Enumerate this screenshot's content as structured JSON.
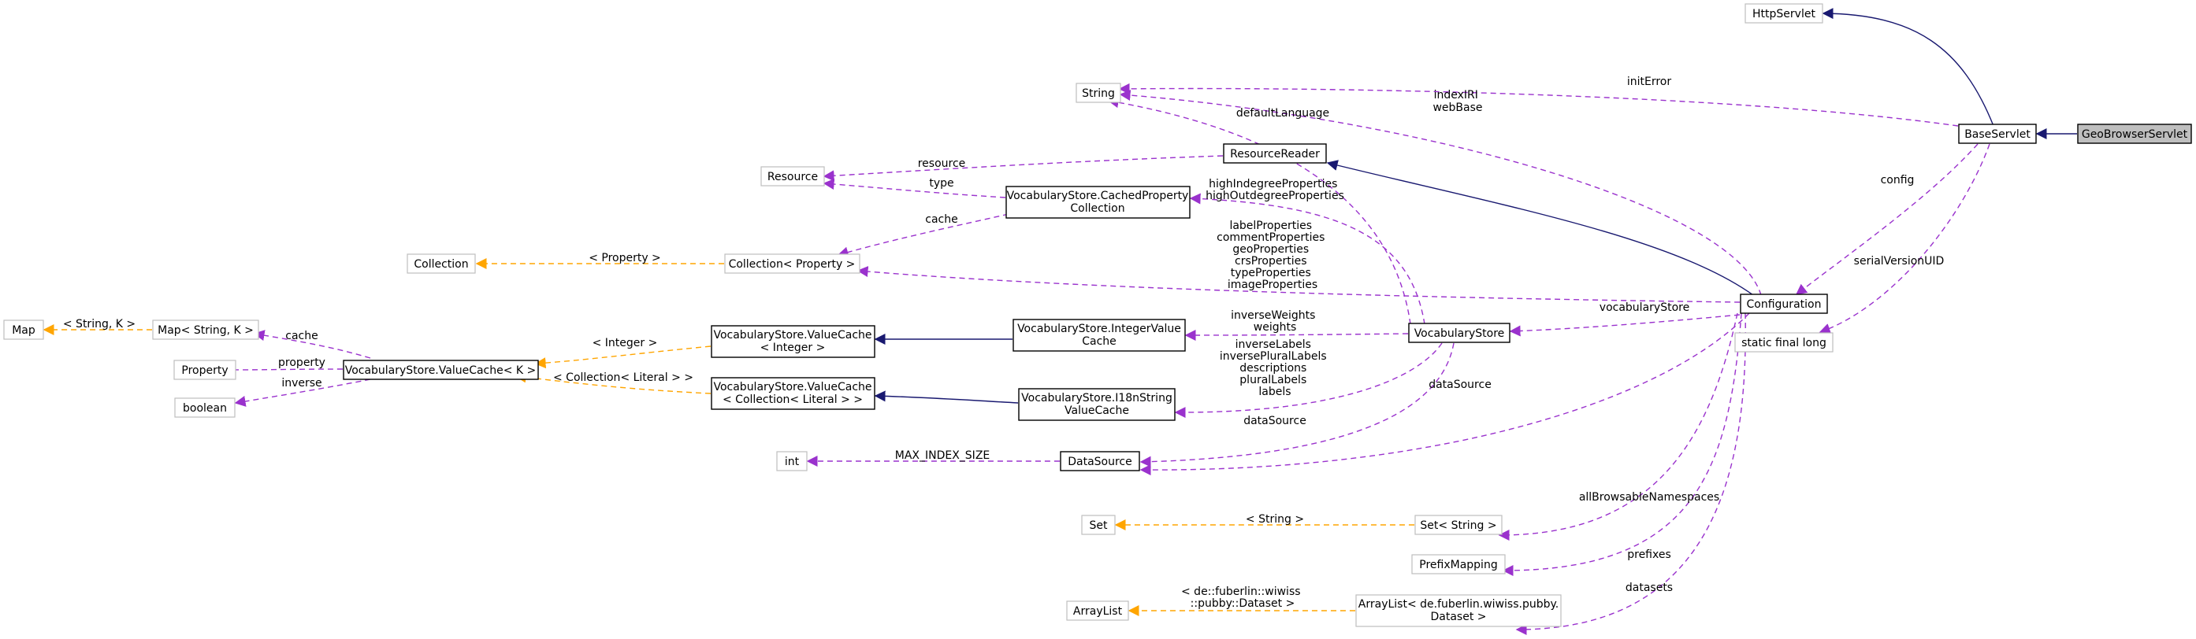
{
  "nodes": {
    "geobrowserservlet": "GeoBrowserServlet",
    "baseservlet": "BaseServlet",
    "httpservlet": "HttpServlet",
    "configuration": "Configuration",
    "static_final_long": "static final long",
    "string": "String",
    "resourcereader": "ResourceReader",
    "resource": "Resource",
    "cachedproperty": [
      "VocabularyStore.CachedProperty",
      "Collection"
    ],
    "collection": "Collection",
    "collection_property": "Collection< Property >",
    "map": "Map",
    "map_string_k": "Map< String, K >",
    "property": "Property",
    "boolean": "boolean",
    "valuecache_k": "VocabularyStore.ValueCache< K >",
    "valuecache_integer": [
      "VocabularyStore.ValueCache",
      "< Integer >"
    ],
    "valuecache_literal": [
      "VocabularyStore.ValueCache",
      "< Collection< Literal > >"
    ],
    "integervaluecache": [
      "VocabularyStore.IntegerValue",
      "Cache"
    ],
    "i18nstring": [
      "VocabularyStore.I18nString",
      "ValueCache"
    ],
    "vocabularystore": "VocabularyStore",
    "int": "int",
    "datasource": "DataSource",
    "set": "Set",
    "set_string": "Set< String >",
    "prefixmapping": "PrefixMapping",
    "arraylist": "ArrayList",
    "arraylist_dataset": [
      "ArrayList< de.fuberlin.wiwiss.pubby.",
      "Dataset >"
    ]
  },
  "edge_labels": {
    "initerror": "initError",
    "indexiri": [
      "indexIRI",
      "webBase"
    ],
    "defaultlanguage": "defaultLanguage",
    "config": "config",
    "serialversionuid": "serialVersionUID",
    "resource": "resource",
    "type": "type",
    "cache": "cache",
    "highdegree": [
      "highIndegreeProperties",
      "highOutdegreeProperties"
    ],
    "property_tmpl": "< Property >",
    "labelprops": [
      "labelProperties",
      "commentProperties",
      "geoProperties",
      "crsProperties",
      "typeProperties",
      "imageProperties"
    ],
    "string_k_tmpl": "< String, K >",
    "cache_map": "cache",
    "property_edge": "property",
    "inverse": "inverse",
    "integer_tmpl": "< Integer >",
    "literal_tmpl": "< Collection< Literal > >",
    "inverseweights": [
      "inverseWeights",
      "weights"
    ],
    "inverselabels": [
      "inverseLabels",
      "inversePluralLabels",
      "descriptions",
      "pluralLabels",
      "labels"
    ],
    "vocabularystore": "vocabularyStore",
    "datasource_vs": "dataSource",
    "datasource_cfg": "dataSource",
    "max_index_size": "MAX_INDEX_SIZE",
    "string_tmpl": "< String >",
    "allbrowsable": "allBrowsableNamespaces",
    "prefixes": "prefixes",
    "dataset_tmpl": [
      "< de::fuberlin::wiwiss",
      "::pubby::Dataset >"
    ],
    "datasets": "datasets"
  },
  "legend_colors": {
    "inheritance": "#191970",
    "usage": "#9a32cd",
    "template": "#ffa500",
    "external_border": "#bfbfbf",
    "focus_fill": "#bfbfbf"
  }
}
